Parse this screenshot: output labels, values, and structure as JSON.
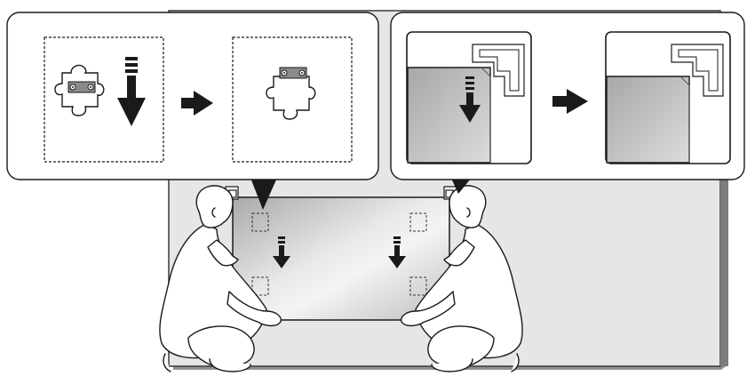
{
  "diagram": {
    "kind": "installation-illustration",
    "description_visible_text": "",
    "panels": [
      {
        "id": "panel-left",
        "steps": [
          "bracket-before-insert",
          "bracket-after-insert"
        ],
        "transition_icon": "right-arrow-icon",
        "motion_icon": "down-arrow-icon"
      },
      {
        "id": "panel-right",
        "steps": [
          "corner-before-slide",
          "corner-after-slide"
        ],
        "transition_icon": "right-arrow-icon",
        "motion_icon": "down-arrow-icon"
      }
    ],
    "scene": {
      "wall": "wall-panel",
      "display": "display-panel",
      "installers": [
        "installer-left",
        "installer-right"
      ],
      "display_motion_icons": [
        "down-arrow-icon",
        "down-arrow-icon"
      ],
      "bracket_markers": 4
    },
    "colors": {
      "wall_fill": "#e6e6e6",
      "wall_edge": "#8a8a8a",
      "display_fill_light": "#eeeeee",
      "display_fill_dark": "#b8b8b8",
      "stroke": "#1a1a1a",
      "callout_bg": "#ffffff"
    }
  }
}
